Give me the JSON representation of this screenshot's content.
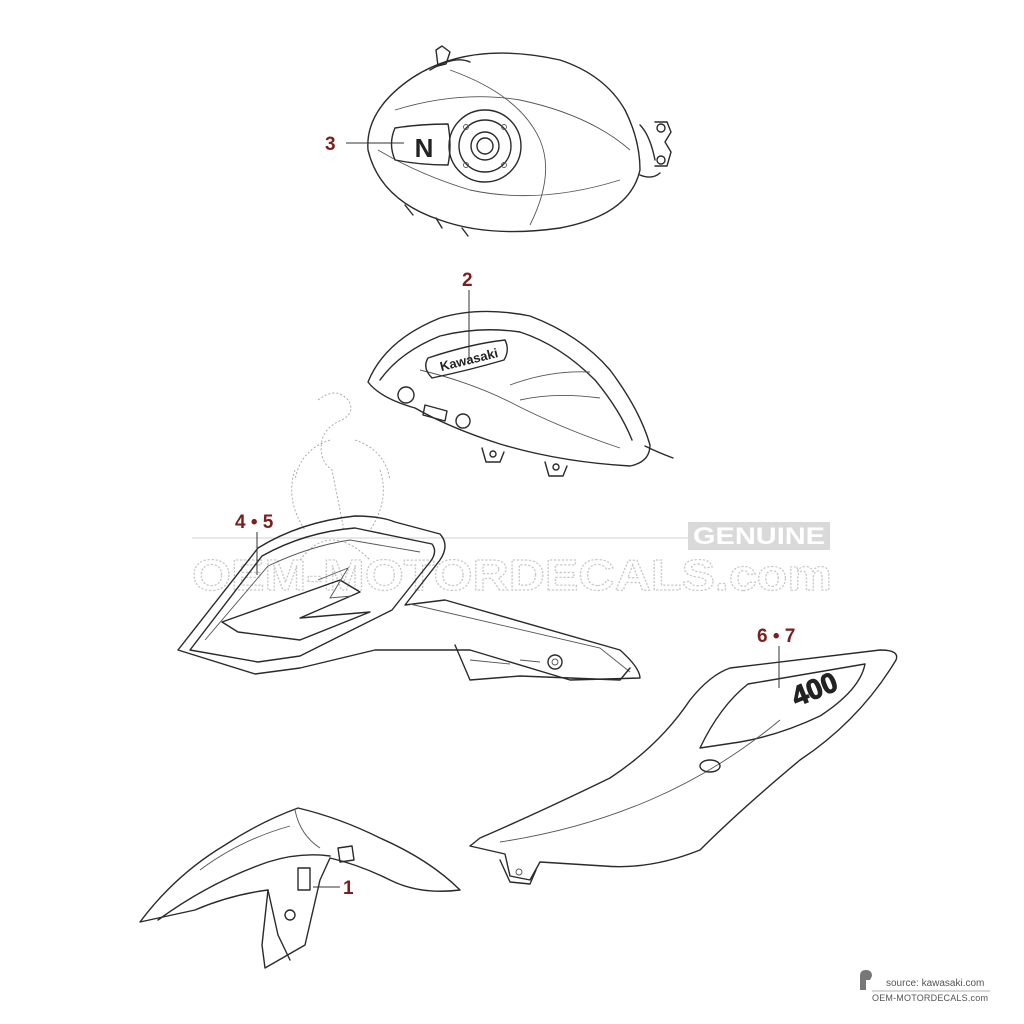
{
  "callouts": {
    "c1": "1",
    "c2": "2",
    "c3": "3",
    "c45": "4 • 5",
    "c67": "6 • 7"
  },
  "decals": {
    "tank_brand": "Kawasaki",
    "tank_letter": "N",
    "side_model": "400"
  },
  "watermark": {
    "genuine": "GENUINE",
    "site": "OEM-MOTORDECALS.com"
  },
  "source": {
    "line1": "source: kawasaki.com",
    "line2": "OEM-MOTORDECALS.com"
  }
}
